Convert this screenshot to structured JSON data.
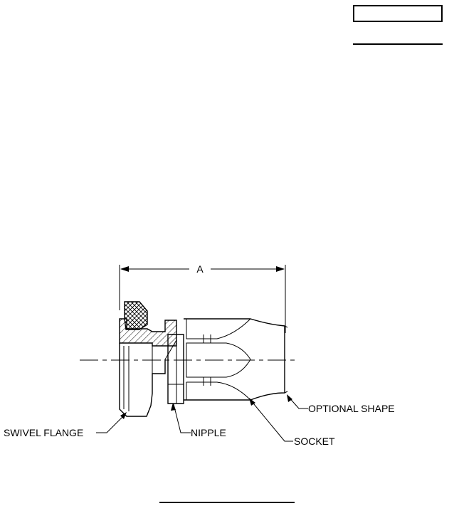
{
  "dimension": {
    "label": "A"
  },
  "callouts": {
    "swivel_flange": "SWIVEL FLANGE",
    "nipple": "NIPPLE",
    "socket": "SOCKET",
    "optional_shape": "OPTIONAL SHAPE"
  }
}
